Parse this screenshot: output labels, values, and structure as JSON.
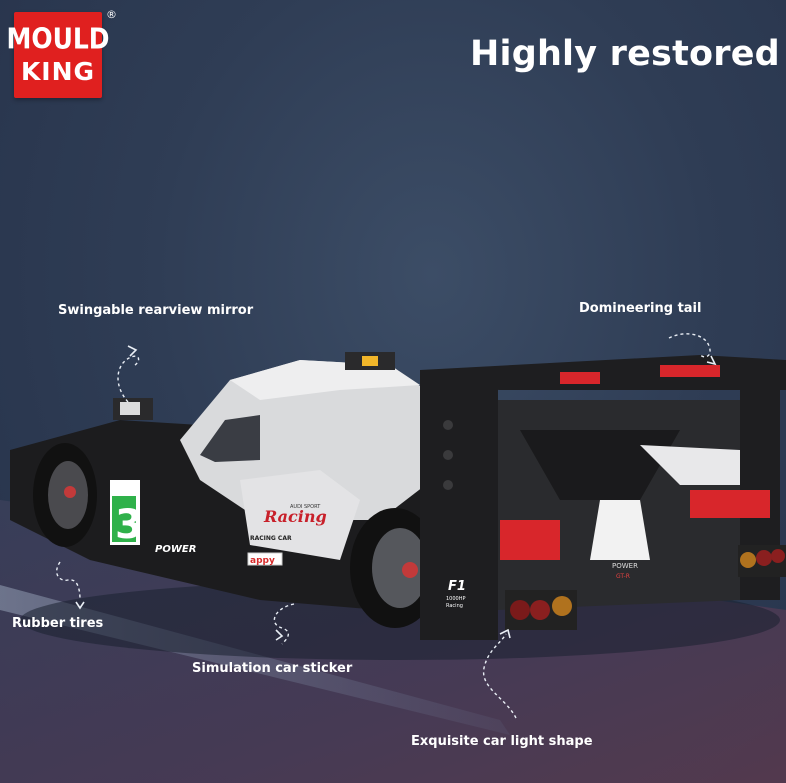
{
  "brand": {
    "logo_line1": "MOULD",
    "logo_line2": "KING",
    "registered_mark": "®",
    "color": "#e0201f"
  },
  "headline": "Highly restored",
  "callouts": {
    "mirror": "Swingable rearview mirror",
    "tail": "Domineering tail",
    "tires": "Rubber tires",
    "sticker": "Simulation car sticker",
    "lights": "Exquisite car light shape"
  },
  "car_text": {
    "number": "3",
    "power_side": "POWER",
    "racing": "Racing",
    "audi_sport": "AUDI SPORT",
    "racing_car": "RACING CAR",
    "appy": "appy",
    "f1": "F1",
    "f1_sub1": "1000HP",
    "f1_sub2": "Racing",
    "power_rear": "POWER",
    "gt_rear": "GT-R"
  },
  "icons": [
    "curved-arrow-icon",
    "registered-mark-icon"
  ]
}
